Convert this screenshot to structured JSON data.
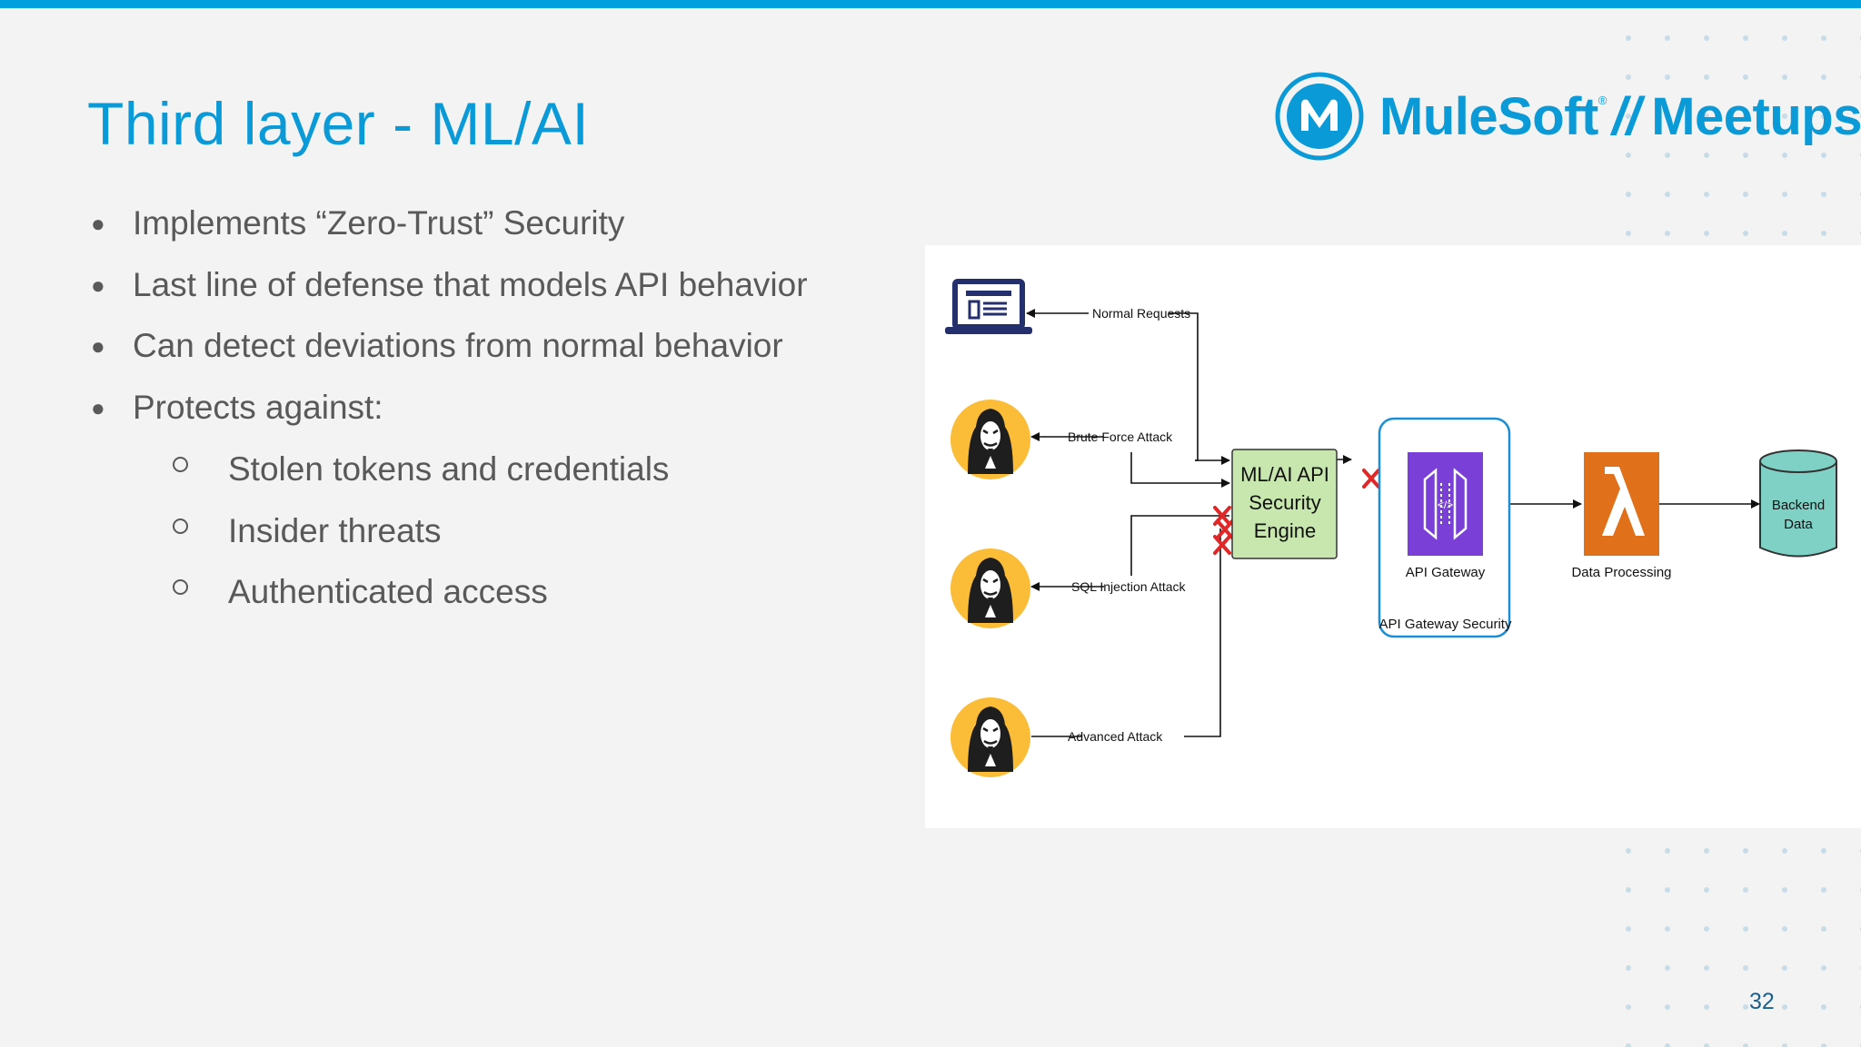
{
  "slide": {
    "title": "Third layer - ML/AI",
    "page_number": "32",
    "accent_color": "#0a9ad8"
  },
  "logo": {
    "brand": "MuleSoft",
    "registered": "®",
    "separator": "//",
    "product": "Meetups",
    "icon": "mulesoft-m-icon"
  },
  "bullets": [
    "Implements “Zero-Trust” Security",
    "Last line of defense that models API behavior",
    "Can detect deviations from normal behavior",
    "Protects against:"
  ],
  "sub_bullets": [
    "Stolen tokens and credentials",
    "Insider threats",
    "Authenticated access"
  ],
  "diagram": {
    "arrows": {
      "normal": "Normal Requests",
      "brute": "Brute Force Attack",
      "sql": "SQL Injection Attack",
      "advanced": "Advanced Attack"
    },
    "engine": {
      "line1": "ML/AI API",
      "line2": "Security",
      "line3": "Engine"
    },
    "gateway_label": "API Gateway",
    "gateway_security_label": "API Gateway Security",
    "processing_label": "Data Processing",
    "backend": {
      "line1": "Backend",
      "line2": "Data"
    },
    "icons": [
      "laptop-icon",
      "hacker-icon",
      "api-gateway-icon",
      "lambda-icon",
      "database-icon",
      "blocked-x-icon"
    ],
    "colors": {
      "engine_fill": "#c7e7ae",
      "gateway_fill": "#7a3fd6",
      "lambda_fill": "#e0701a",
      "backend_fill": "#7fd1c6",
      "hacker_circle": "#fbbd38",
      "laptop": "#24306e",
      "blocked": "#e02828"
    }
  }
}
